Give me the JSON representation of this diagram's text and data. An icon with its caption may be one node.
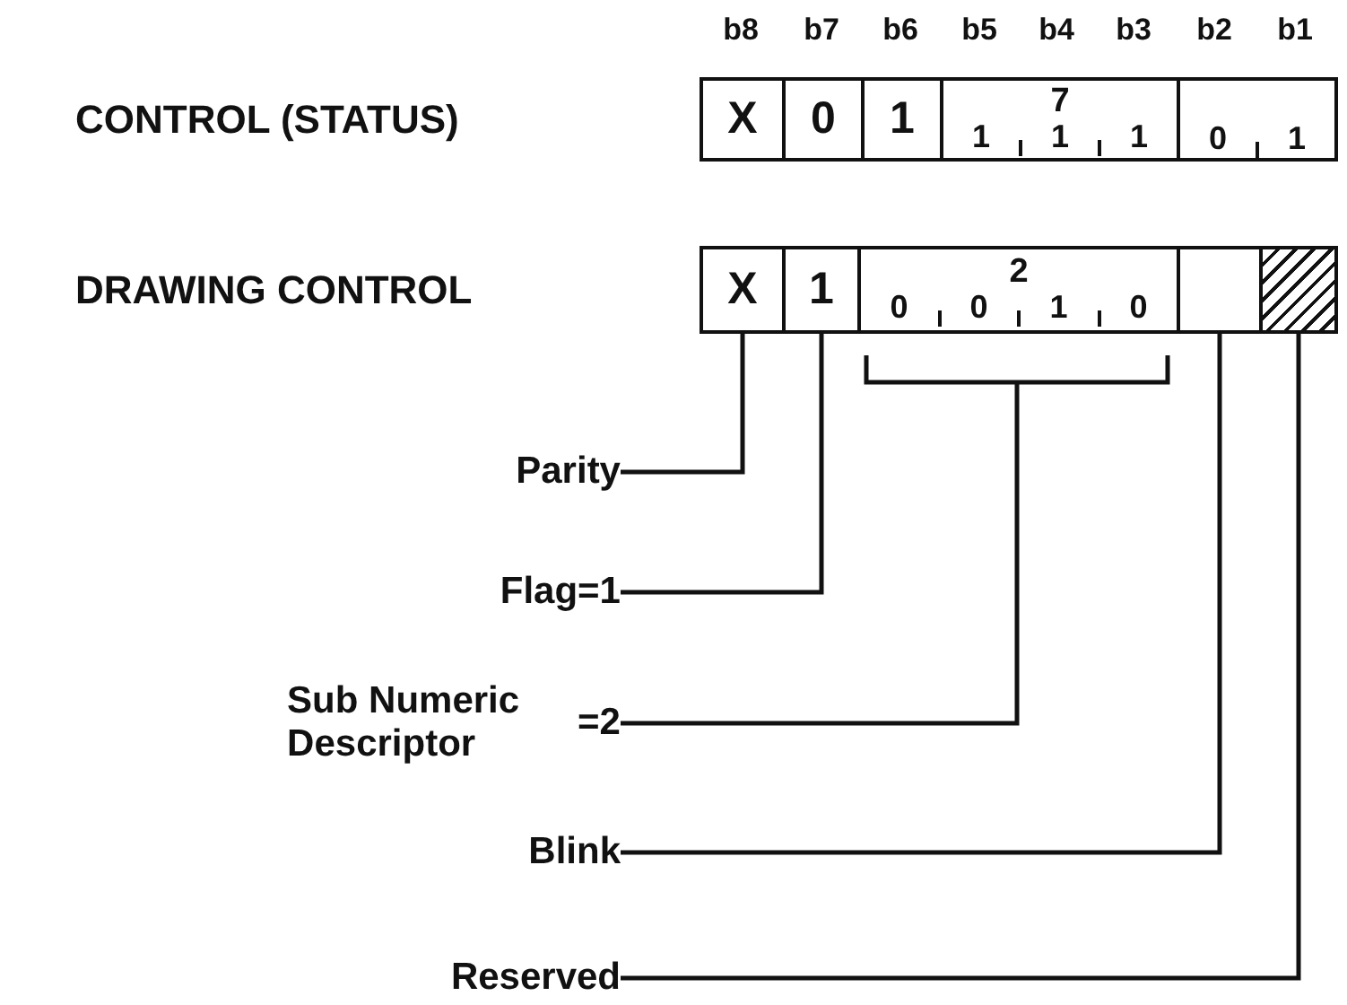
{
  "diagram": {
    "nodes": [
      {
        "text": [
          "X"
        ]
      },
      {
        "text": [
          "0"
        ]
      },
      {
        "text": [
          "1"
        ]
      },
      {
        "text": [
          "7",
          "1",
          "1",
          "1"
        ]
      },
      {
        "text": [
          "0",
          "1"
        ]
      },
      {
        "text": [
          "X"
        ]
      },
      {
        "text": [
          "1"
        ]
      },
      {
        "text": [
          "2",
          "0",
          "0",
          "1",
          "0"
        ]
      },
      {
        "text": [],
        "shape": "box"
      },
      {
        "text": [],
        "shape": "box"
      },
      {
        "text": [],
        "shape": "bracket"
      },
      {
        "text": [
          "Parity"
        ]
      },
      {
        "text": [
          "Flag=1"
        ]
      },
      {
        "text": [
          "Sub Numeric Descriptor",
          "=2"
        ]
      },
      {
        "text": [
          "Blink"
        ]
      },
      {
        "text": [
          "Reserved"
        ]
      }
    ],
    "edges": [
      {
        "from": 11,
        "to": 5,
        "arrow": "none"
      },
      {
        "from": 12,
        "to": 6,
        "arrow": "none"
      },
      {
        "from": 13,
        "to": 10,
        "arrow": "none"
      },
      {
        "from": 14,
        "to": 8,
        "arrow": "none"
      },
      {
        "from": 15,
        "to": 9,
        "arrow": "none"
      }
    ],
    "labels": [
      "b8",
      "b7",
      "b6",
      "b5",
      "b4",
      "b3",
      "b2",
      "b1",
      "CONTROL (STATUS)",
      "DRAWING CONTROL"
    ]
  }
}
